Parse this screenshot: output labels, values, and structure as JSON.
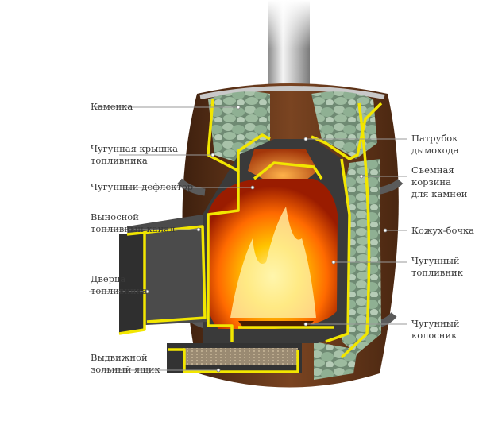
{
  "labels": {
    "kamenka": [
      "Каменка"
    ],
    "kryshka": [
      "Чугунная крышка",
      "топливника"
    ],
    "deflektor": [
      "Чугунный дефлектор"
    ],
    "kanal": [
      "Выносной",
      "топливный канал"
    ],
    "dverca": [
      "Дверца",
      "топливника"
    ],
    "yashchik": [
      "Выдвижной",
      "зольный ящик"
    ],
    "patrubok": [
      "Патрубок",
      "дымохода"
    ],
    "korzina": [
      "Съемная",
      "корзина",
      "для камней"
    ],
    "kozhuh": [
      "Кожух-бочка"
    ],
    "toplivnik": [
      "Чугунный",
      "топливник"
    ],
    "kolosnik": [
      "Чугунный",
      "колосник"
    ]
  },
  "colors": {
    "outline": "#f2e600",
    "wood": "#6b3a1c",
    "iron": "#3c3c3c",
    "stone": "#8ea98f",
    "fire": "#ff8a00",
    "leader": "#9a9a9a"
  }
}
